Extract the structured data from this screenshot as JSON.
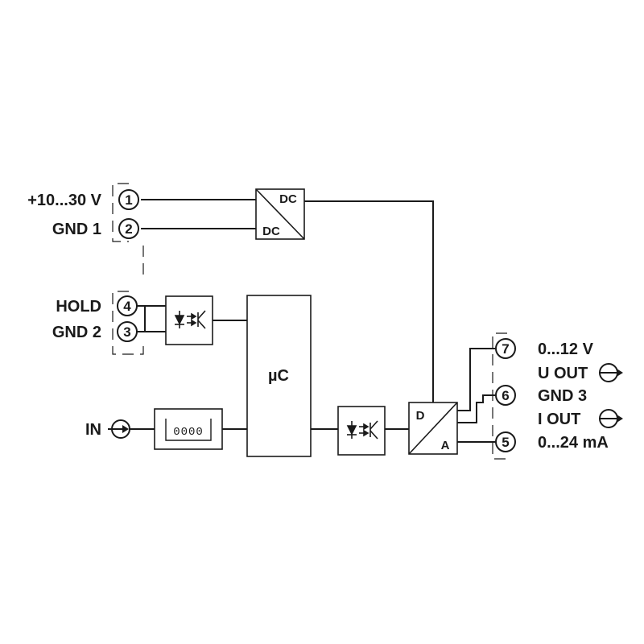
{
  "labels": {
    "supply_voltage": "+10...30 V",
    "gnd1": "GND 1",
    "hold": "HOLD",
    "gnd2": "GND 2",
    "in": "IN",
    "voltage_range": "0...12 V",
    "u_out": "U OUT",
    "gnd3": "GND 3",
    "i_out": "I OUT",
    "current_range": "0...24 mA"
  },
  "terminals": {
    "t1": "1",
    "t2": "2",
    "t4": "4",
    "t3": "3",
    "t7": "7",
    "t6": "6",
    "t5": "5"
  },
  "blocks": {
    "dc_top": "DC",
    "dc_bottom": "DC",
    "microcontroller": "µC",
    "counter": "0000",
    "dac_d": "D",
    "dac_a": "A"
  }
}
